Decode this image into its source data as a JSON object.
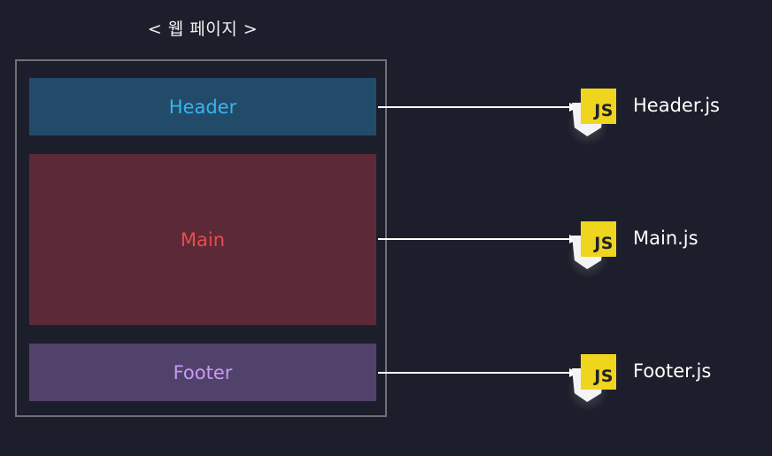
{
  "title": "< 웹 페이지 >",
  "sections": {
    "header": "Header",
    "main": "Main",
    "footer": "Footer"
  },
  "js_logo_text": "JS",
  "files": {
    "header": "Header.js",
    "main": "Main.js",
    "footer": "Footer.js"
  },
  "colors": {
    "background": "#1d1e2b",
    "header_fill": "#224b6a",
    "header_text": "#36b6ee",
    "main_fill": "#5c2a36",
    "main_text": "#e84b52",
    "footer_fill": "#51426b",
    "footer_text": "#c89bf0",
    "js_yellow": "#f0d51e"
  }
}
